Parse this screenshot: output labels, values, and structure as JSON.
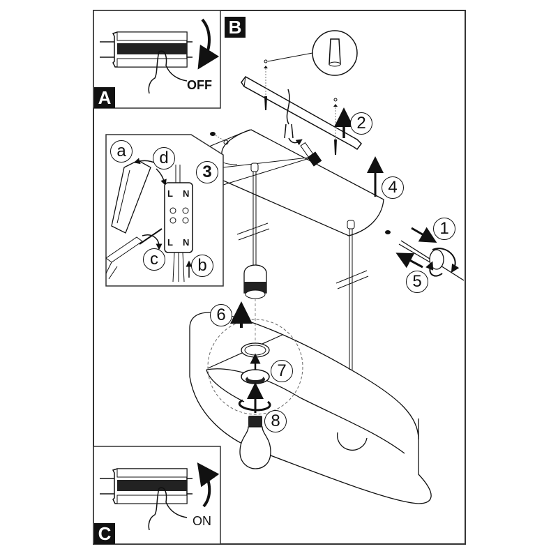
{
  "document": {
    "type": "pendant lamp installation instructions",
    "panels": {
      "A": {
        "tag": "A",
        "state_label": "OFF",
        "action": "switch circuit breaker off",
        "arrow_direction": "down"
      },
      "B": {
        "tag": "B",
        "description": "main assembly steps"
      },
      "C": {
        "tag": "C",
        "state_label": "ON",
        "action": "switch circuit breaker on",
        "arrow_direction": "up"
      }
    },
    "steps": [
      {
        "label": "1",
        "action": "loosen side screw"
      },
      {
        "label": "2",
        "action": "fix mounting bracket to ceiling with dowels and screws"
      },
      {
        "label": "3",
        "action": "connect wires in terminal block"
      },
      {
        "label": "4",
        "action": "lift canopy up to bracket"
      },
      {
        "label": "5",
        "action": "tighten side screw"
      },
      {
        "label": "6",
        "action": "push lamp holder up through shade"
      },
      {
        "label": "7",
        "action": "screw on retaining ring"
      },
      {
        "label": "8",
        "action": "screw in bulb"
      }
    ],
    "detail_3": {
      "sub_labels": [
        "a",
        "b",
        "c",
        "d"
      ],
      "terminal_top": [
        "L",
        "N"
      ],
      "terminal_bottom": [
        "L",
        "N"
      ]
    }
  },
  "colors": {
    "ink": "#111111",
    "paper": "#ffffff",
    "dash": "#777777"
  }
}
